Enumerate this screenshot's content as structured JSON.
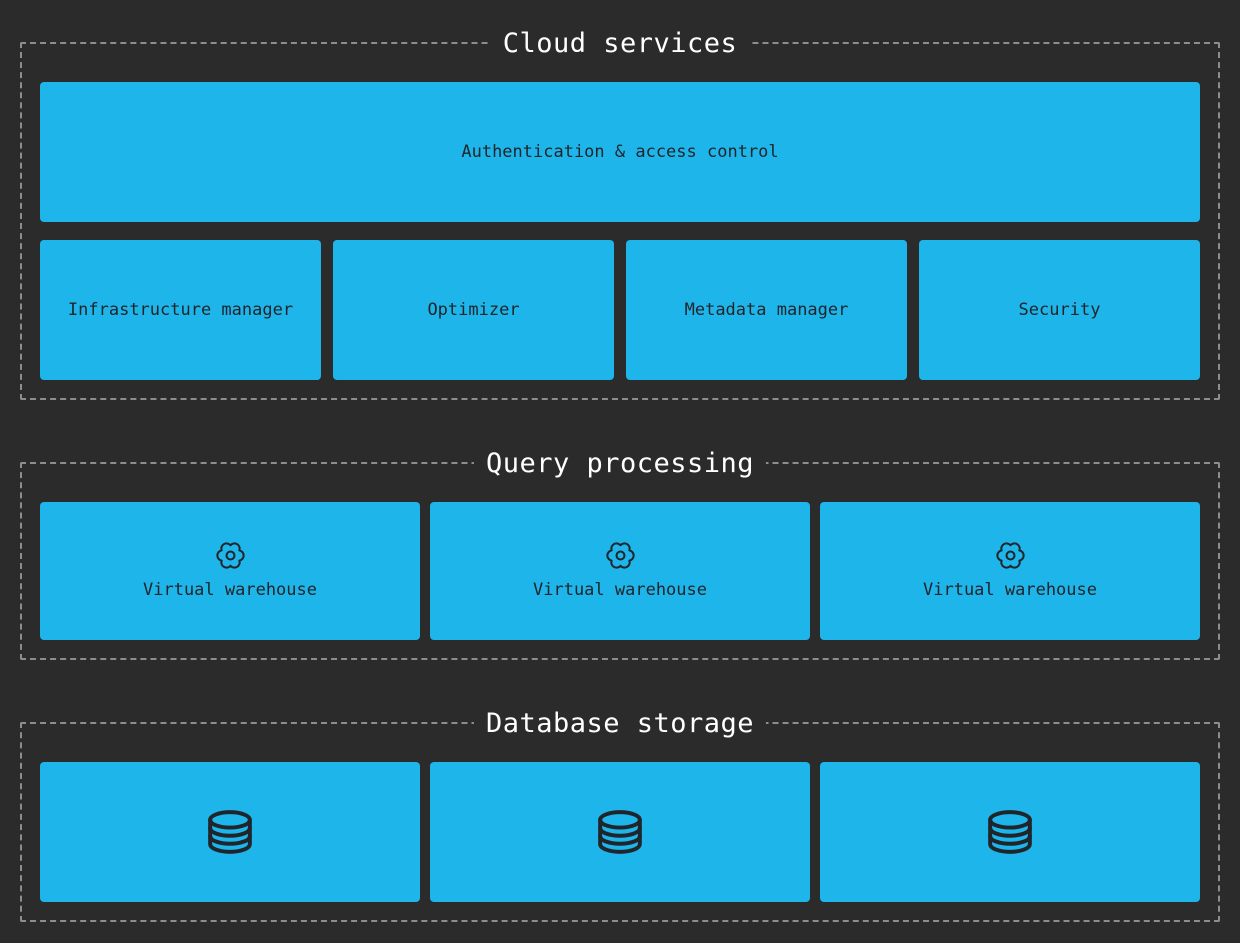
{
  "colors": {
    "page_background": "#2b2b2b",
    "box_fill": "#1eb6ea",
    "box_text": "#20252b",
    "dashed_border": "#8d8d8d",
    "section_title_text": "#ffffff"
  },
  "sections": [
    {
      "title": "Cloud services",
      "wide_box": {
        "label": "Authentication & access control"
      },
      "boxes": [
        {
          "label": "Infrastructure manager"
        },
        {
          "label": "Optimizer"
        },
        {
          "label": "Metadata manager"
        },
        {
          "label": "Security"
        }
      ]
    },
    {
      "title": "Query processing",
      "boxes": [
        {
          "icon": "gear-icon",
          "label": "Virtual warehouse"
        },
        {
          "icon": "gear-icon",
          "label": "Virtual warehouse"
        },
        {
          "icon": "gear-icon",
          "label": "Virtual warehouse"
        }
      ]
    },
    {
      "title": "Database storage",
      "boxes": [
        {
          "icon": "database-icon"
        },
        {
          "icon": "database-icon"
        },
        {
          "icon": "database-icon"
        }
      ]
    }
  ]
}
